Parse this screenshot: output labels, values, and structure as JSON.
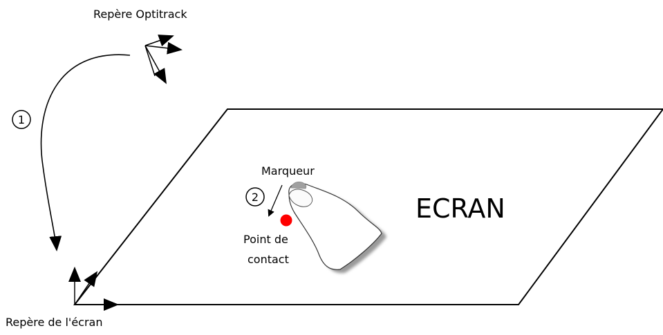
{
  "labels": {
    "optitrack_frame": "Repère Optitrack",
    "screen_frame": "Repère de l'écran",
    "screen": "ECRAN",
    "marker": "Marqueur",
    "contact_line1": "Point de",
    "contact_line2": "contact",
    "step1": "1",
    "step2": "2"
  },
  "colors": {
    "stroke": "#000000",
    "contact_point": "#ff0000",
    "marker": "#a0a0a0",
    "finger_fill": "#ffffff",
    "finger_shadow": "#9a9a9a"
  }
}
